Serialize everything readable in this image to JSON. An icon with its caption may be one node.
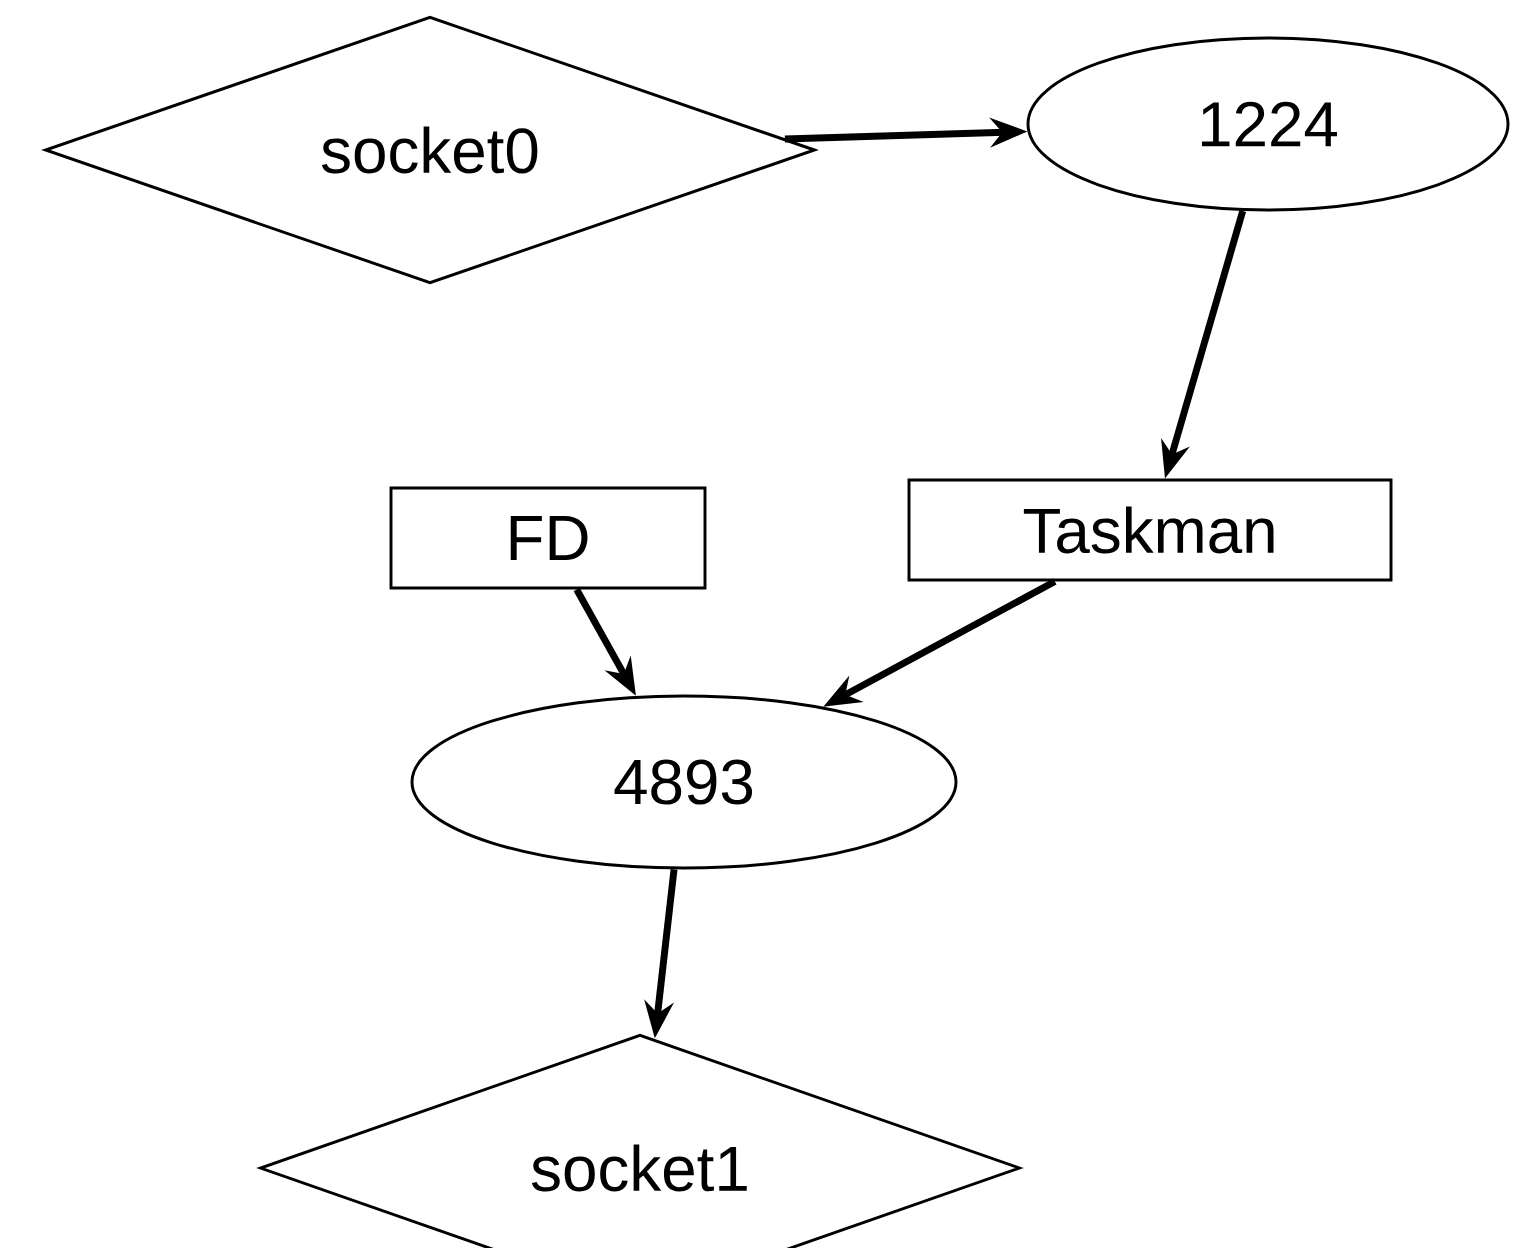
{
  "diagram": {
    "nodes": [
      {
        "text": [
          "socket0"
        ]
      },
      {
        "text": [
          "1224"
        ]
      },
      {
        "text": [
          "FD"
        ]
      },
      {
        "text": [
          "Taskman"
        ]
      },
      {
        "text": [
          "4893"
        ]
      },
      {
        "text": [
          "socket1"
        ]
      }
    ],
    "edges": [
      {
        "from": 0,
        "to": 1,
        "arrow": "to"
      },
      {
        "from": 1,
        "to": 3,
        "arrow": "to"
      },
      {
        "from": 2,
        "to": 4,
        "arrow": "to"
      },
      {
        "from": 3,
        "to": 4,
        "arrow": "to"
      },
      {
        "from": 4,
        "to": 5,
        "arrow": "to"
      }
    ]
  }
}
